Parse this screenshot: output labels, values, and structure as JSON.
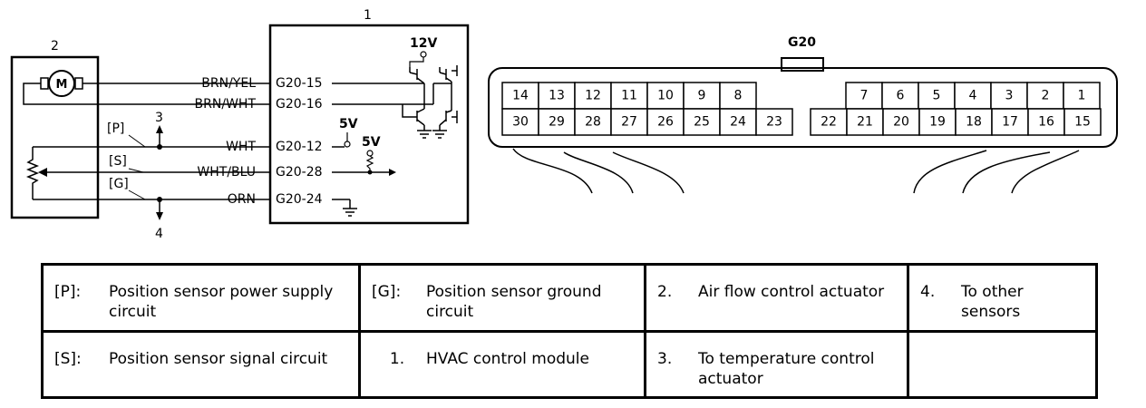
{
  "diagram": {
    "module_number": "1",
    "actuator_number": "2",
    "motor_label": "M",
    "arrow_up_number": "3",
    "arrow_down_number": "4",
    "supply_12v": "12V",
    "supply_5v_a": "5V",
    "supply_5v_b": "5V",
    "circuit_tags": [
      "[P]",
      "[S]",
      "[G]"
    ],
    "wires": [
      {
        "color": "BRN/YEL",
        "pin": "G20-15"
      },
      {
        "color": "BRN/WHT",
        "pin": "G20-16"
      },
      {
        "color": "WHT",
        "pin": "G20-12"
      },
      {
        "color": "WHT/BLU",
        "pin": "G20-28"
      },
      {
        "color": "ORN",
        "pin": "G20-24"
      }
    ]
  },
  "connector": {
    "name": "G20",
    "top_left_pins": [
      "14",
      "13",
      "12",
      "11",
      "10",
      "9",
      "8"
    ],
    "top_right_pins": [
      "7",
      "6",
      "5",
      "4",
      "3",
      "2",
      "1"
    ],
    "bottom_left_pins": [
      "30",
      "29",
      "28",
      "27",
      "26",
      "25",
      "24",
      "23"
    ],
    "bottom_right_pins": [
      "22",
      "21",
      "20",
      "19",
      "18",
      "17",
      "16",
      "15"
    ]
  },
  "legend": {
    "r1c1": {
      "key": "[P]:",
      "text": "Position sensor power supply circuit"
    },
    "r1c2": {
      "key": "[G]:",
      "text": "Position sensor ground circuit"
    },
    "r1c3": {
      "key": "2.",
      "text": "Air flow control actuator"
    },
    "r1c4": {
      "key": "4.",
      "text": "To other sensors"
    },
    "r2c1": {
      "key": "[S]:",
      "text": "Position sensor signal circuit"
    },
    "r2c2": {
      "key": "1.",
      "text": "HVAC control module"
    },
    "r2c3": {
      "key": "3.",
      "text": "To temperature control actuator"
    }
  }
}
